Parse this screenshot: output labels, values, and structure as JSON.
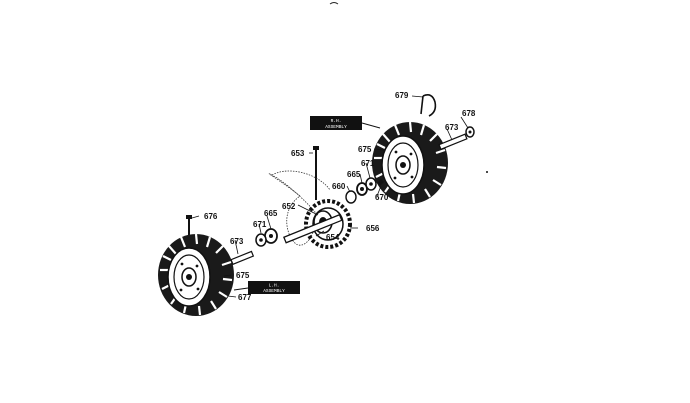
{
  "labels": {
    "p679": "679",
    "p678": "678",
    "p673_right": "673",
    "p675_right": "675",
    "p653": "653",
    "p671_right": "671",
    "p665_right": "665",
    "p660": "660",
    "p670": "670",
    "p652": "652",
    "p656": "656",
    "p654": "654",
    "p676_left": "676",
    "p671_left": "671",
    "p665_left": "665",
    "p673_left": "673",
    "p675_left": "675",
    "p677": "677"
  },
  "tags": {
    "right_line1": "R.H.",
    "right_line2": "ASSEMBLY",
    "left_line1": "L.H.",
    "left_line2": "ASSEMBLY"
  }
}
